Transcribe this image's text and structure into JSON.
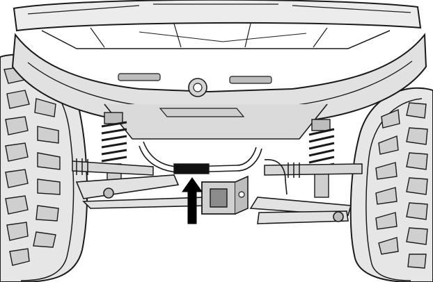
{
  "figure": {
    "kind": "technical-line-illustration",
    "subject": "utv-rear-underside-with-tow-hitch-receiver",
    "callout": {
      "type": "arrow",
      "direction": "up",
      "points_to": "tow-hitch-receiver"
    }
  },
  "colors": {
    "background": "#ffffff",
    "line": "#1a1a1a",
    "fill_light": "#e9e9e9",
    "fill_mid": "#cfcfcf",
    "fill_dark": "#8c8c8c",
    "arrow": "#000000"
  }
}
